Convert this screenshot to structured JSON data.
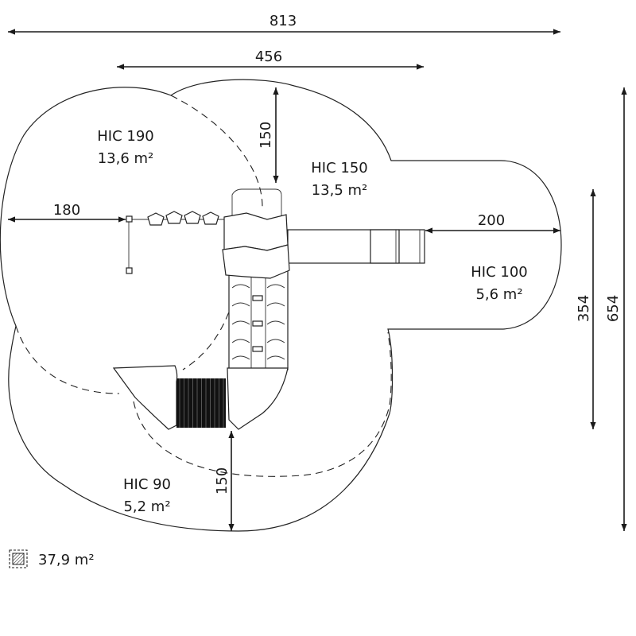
{
  "dimensions": {
    "overall_width": "813",
    "structure_width": "456",
    "top_clearance": "150",
    "left_clearance": "180",
    "right_clearance": "200",
    "bottom_clearance": "150",
    "slide_zone_depth": "354",
    "overall_depth": "654"
  },
  "zones": [
    {
      "hic": "HIC 190",
      "area": "13,6 m²"
    },
    {
      "hic": "HIC 150",
      "area": "13,5 m²"
    },
    {
      "hic": "HIC 100",
      "area": "5,6 m²"
    },
    {
      "hic": "HIC 90",
      "area": "5,2 m²"
    }
  ],
  "legend": {
    "icon": "hatched-square-icon",
    "total_area": "37,9 m²"
  },
  "colors": {
    "line": "#1a1a1a",
    "tunnel": "#111111",
    "background": "#ffffff"
  }
}
